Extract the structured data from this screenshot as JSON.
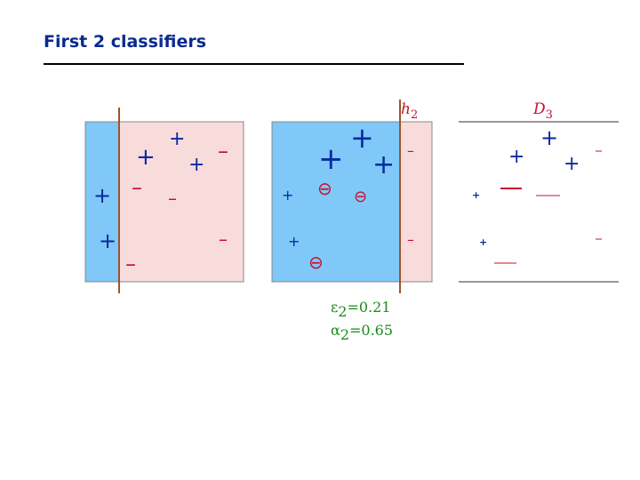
{
  "slide": {
    "title": "First 2 classifiers"
  },
  "colors": {
    "blue_region": "#7fc8f8",
    "pink_region": "#f8dcdc",
    "split_line": "#a0522d",
    "plus": "#0a2a9f",
    "minus": "#c8102e",
    "green_text": "#1b8a1b",
    "title": "#0b2a8f"
  },
  "panel2": {
    "classifier_label": "h",
    "classifier_sub": "2"
  },
  "panel3": {
    "dist_label": "D",
    "dist_sub": "3"
  },
  "stats": {
    "epsilon": {
      "symbol": "ε",
      "sub": "2",
      "value": "=0.21"
    },
    "alpha": {
      "symbol": "α",
      "sub": "2",
      "value": "=0.65"
    }
  },
  "symbols": {
    "plus": "+",
    "minus": "–",
    "circled_minus": "⊖"
  }
}
